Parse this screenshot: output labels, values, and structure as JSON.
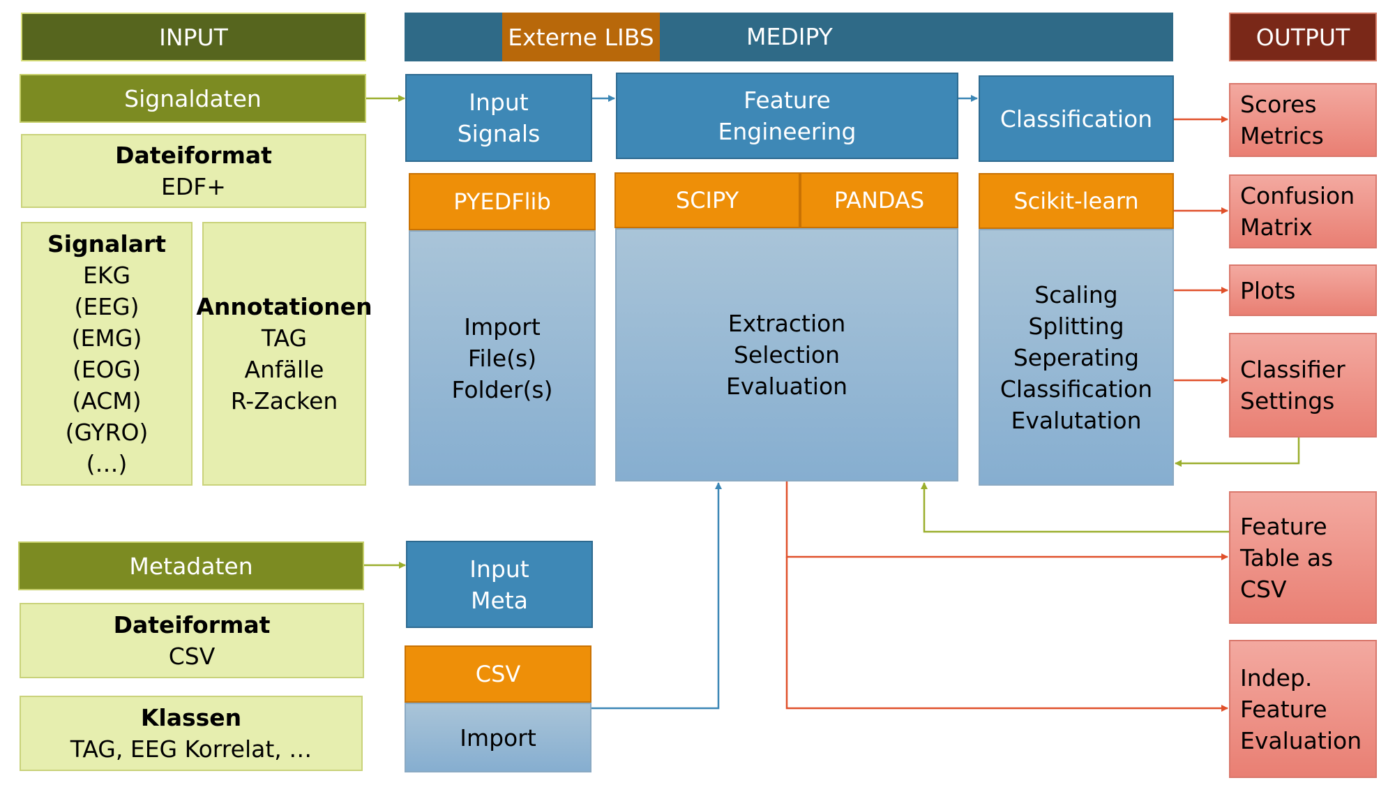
{
  "input": {
    "header": "INPUT",
    "signaldaten": "Signaldaten",
    "dateiformat_signal": {
      "title": "Dateiformat",
      "value": "EDF+"
    },
    "signalart": {
      "title": "Signalart",
      "items": [
        "EKG",
        "(EEG)",
        "(EMG)",
        "(EOG)",
        "(ACM)",
        "(GYRO)",
        "(…)"
      ]
    },
    "annotationen": {
      "title": "Annotationen",
      "items": [
        "TAG",
        "Anfälle",
        "R-Zacken"
      ]
    },
    "metadaten": "Metadaten",
    "dateiformat_meta": {
      "title": "Dateiformat",
      "value": "CSV"
    },
    "klassen": {
      "title": "Klassen",
      "value": "TAG, EEG Korrelat, …"
    }
  },
  "medipy": {
    "externe_libs": "Externe LIBS",
    "title": "MEDIPY",
    "input_signals": [
      "Input",
      "Signals"
    ],
    "feature_engineering": [
      "Feature",
      "Engineering"
    ],
    "classification": "Classification",
    "pyedflib": "PYEDFlib",
    "scipy": "SCIPY",
    "pandas": "PANDAS",
    "scikit": "Scikit-learn",
    "import_steps": [
      "Import",
      "File(s)",
      "Folder(s)"
    ],
    "extraction_steps": [
      "Extraction",
      "Selection",
      "Evaluation"
    ],
    "classification_steps": [
      "Scaling",
      "Splitting",
      "Seperating",
      "Classification",
      "Evalutation"
    ],
    "input_meta": [
      "Input",
      "Meta"
    ],
    "csv": "CSV",
    "csv_import": "Import"
  },
  "output": {
    "header": "OUTPUT",
    "scores": [
      "Scores",
      "Metrics"
    ],
    "confusion": [
      "Confusion",
      "Matrix"
    ],
    "plots": "Plots",
    "classifier": [
      "Classifier",
      "Settings"
    ],
    "feature_table": [
      "Feature",
      "Table as",
      "CSV"
    ],
    "indep": [
      "Indep.",
      "Feature",
      "Evaluation"
    ]
  },
  "colors": {
    "green_arrow": "#9aae2c",
    "blue_arrow": "#3a86b5",
    "red_arrow": "#e0502a"
  }
}
